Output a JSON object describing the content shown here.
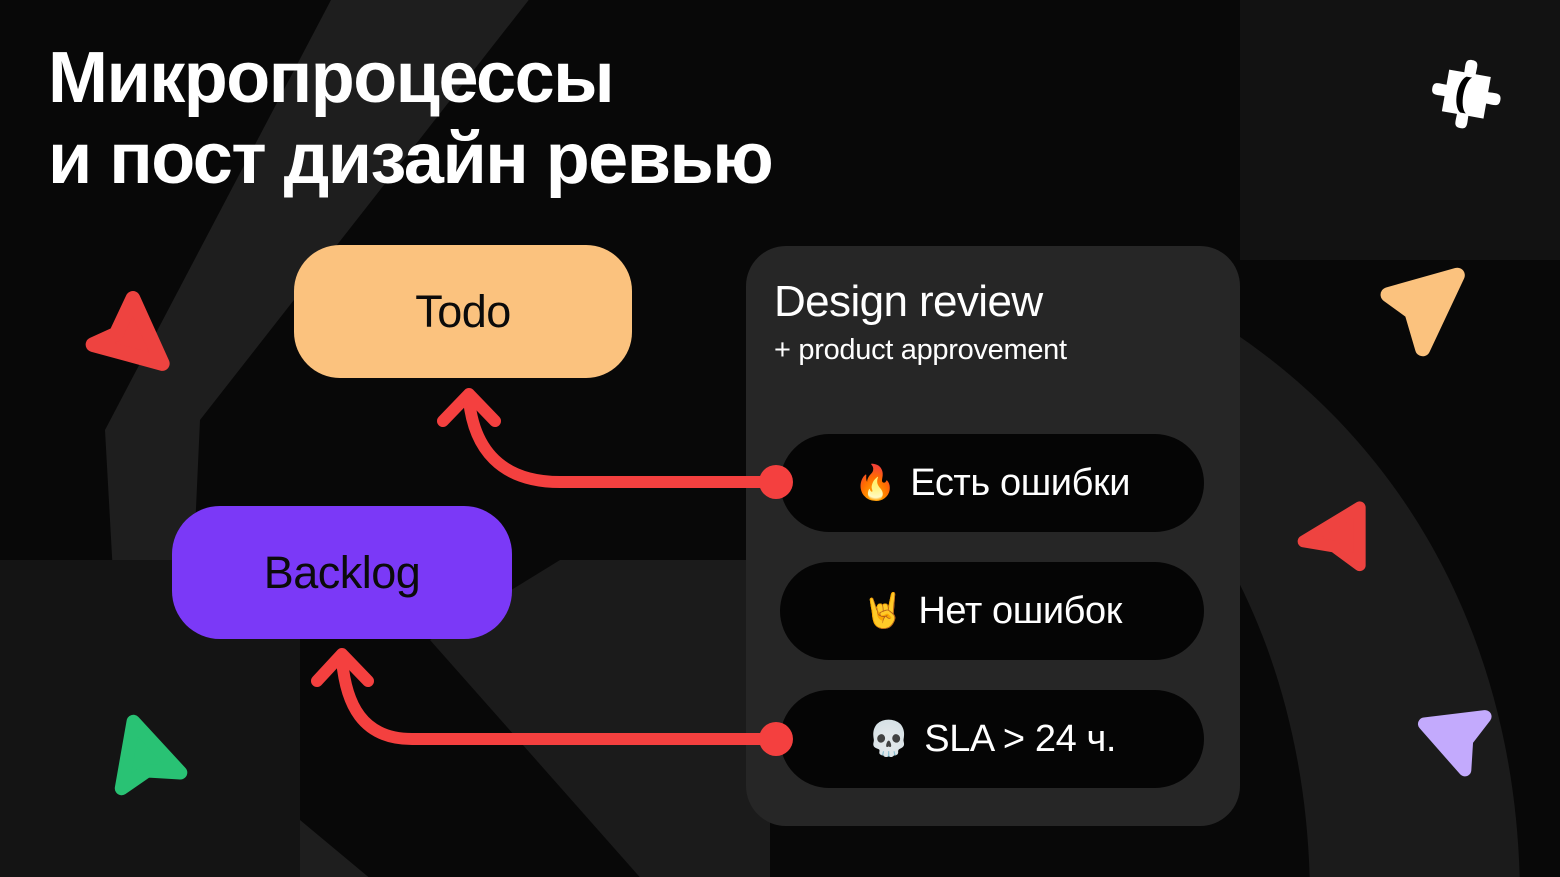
{
  "slide": {
    "title": "Микропроцессы\nи пост дизайн ревью",
    "background_color": "#080808",
    "swoosh_color": "#1e1e1e",
    "logo_icon": "puzzle-piece-icon"
  },
  "states": [
    {
      "label": "Todo",
      "color": "#FBC27E",
      "text_color": "#0b0b0b"
    },
    {
      "label": "Backlog",
      "color": "#7B39F7",
      "text_color": "#0b0b0b"
    }
  ],
  "review_card": {
    "title": "Design review",
    "subtitle": "+ product approvement",
    "background_color": "#262626",
    "outcomes": [
      {
        "emoji": "🔥",
        "emoji_name": "fire-emoji",
        "label": "Есть ошибки"
      },
      {
        "emoji": "🤘",
        "emoji_name": "rock-on-emoji",
        "label": "Нет ошибок"
      },
      {
        "emoji": "💀",
        "emoji_name": "skull-emoji",
        "label": "SLA > 24 ч."
      }
    ]
  },
  "connections": [
    {
      "from": "Есть ошибки",
      "to": "Todo",
      "color": "#F4403F"
    },
    {
      "from": "SLA > 24 ч.",
      "to": "Backlog",
      "color": "#F4403F"
    }
  ],
  "decorations": [
    {
      "name": "cursor-red-top-left",
      "color": "#EE4340"
    },
    {
      "name": "cursor-green-bottom-left",
      "color": "#29C274"
    },
    {
      "name": "cursor-orange-top-right",
      "color": "#FBC27E"
    },
    {
      "name": "cursor-red-mid-right",
      "color": "#EE4340"
    },
    {
      "name": "cursor-lavender-bottom-right",
      "color": "#C3AAFD"
    }
  ]
}
